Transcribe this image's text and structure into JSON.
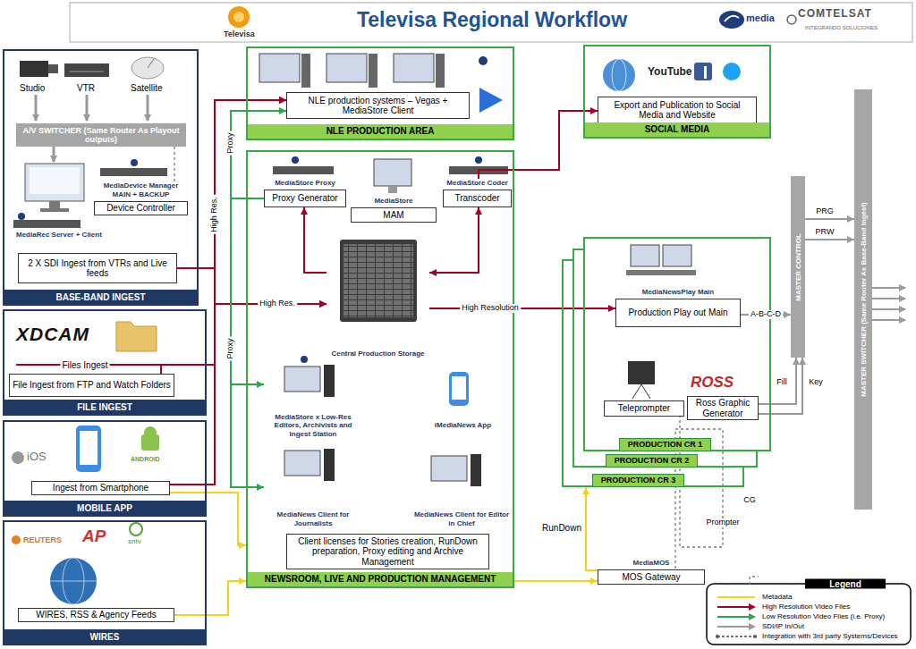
{
  "diagram": {
    "title": "Televisa Regional Workflow",
    "nodes": [
      {
        "text": [
          "BASE-BAND INGEST"
        ]
      },
      {
        "text": [
          "A/V SWITCHER (Same Router As Playout outputs)"
        ],
        "in": 0
      },
      {
        "text": [
          "MediaDevice Manager MAIN + BACKUP",
          "Device Controller"
        ],
        "in": 0
      },
      {
        "text": [
          "2 X SDI Ingest from VTRs and Live feeds"
        ],
        "in": 0
      },
      {
        "text": [
          "FILE INGEST"
        ]
      },
      {
        "text": [
          "File Ingest from FTP and Watch Folders"
        ],
        "in": 4
      },
      {
        "text": [
          "MOBILE APP"
        ]
      },
      {
        "text": [
          "Ingest from Smartphone"
        ],
        "in": 6
      },
      {
        "text": [
          "WIRES"
        ]
      },
      {
        "text": [
          "WIRES, RSS & Agency Feeds"
        ],
        "in": 8
      },
      {
        "text": [
          "NLE PRODUCTION AREA"
        ]
      },
      {
        "text": [
          "NLE production systems – Vegas + MediaStore Client"
        ],
        "in": 10
      },
      {
        "text": [
          "NEWSROOM, LIVE AND PRODUCTION MANAGEMENT"
        ]
      },
      {
        "text": [
          "MediaStore Proxy",
          "Proxy Generator"
        ],
        "in": 12
      },
      {
        "text": [
          "MediaStore",
          "MAM"
        ],
        "in": 12
      },
      {
        "text": [
          "MediaStore Coder",
          "Transcoder"
        ],
        "in": 12
      },
      {
        "text": [
          "Central Production Storage"
        ],
        "in": 12
      },
      {
        "text": [
          "MediaStore x Low-Res Editors, Archivists and Ingest Station"
        ],
        "in": 12
      },
      {
        "text": [
          "iMediaNews App"
        ],
        "in": 12
      },
      {
        "text": [
          "MediaNews Client for Journalists"
        ],
        "in": 12
      },
      {
        "text": [
          "MediaNews Client for Editor in Chief"
        ],
        "in": 12
      },
      {
        "text": [
          "Client licenses for Stories creation, RunDown preparation, Proxy editing and Archive Management"
        ],
        "in": 12
      },
      {
        "text": [
          "SOCIAL MEDIA"
        ]
      },
      {
        "text": [
          "Export and Publication to Social Media and Website"
        ],
        "in": 22
      },
      {
        "text": [
          "PRODUCTION CR 1"
        ]
      },
      {
        "text": [
          "MediaNewsPlay Main",
          "Production Play out Main"
        ],
        "in": 24
      },
      {
        "text": [
          "Teleprompter"
        ],
        "in": 24
      },
      {
        "text": [
          "Ross Graphic Generator"
        ],
        "in": 24
      },
      {
        "text": [
          "PRODUCTION CR 2"
        ]
      },
      {
        "text": [
          "PRODUCTION CR 3"
        ]
      },
      {
        "text": [
          "MediaMOS",
          "MOS Gateway"
        ]
      },
      {
        "text": [
          "MASTER CONTROL"
        ]
      },
      {
        "text": [
          "MASTER SWITCHER (Same Router As Base-Band Ingest)"
        ]
      }
    ],
    "edges": [
      {
        "from": 1,
        "to": 2,
        "arrow": "none"
      },
      {
        "from": 3,
        "to": 11,
        "arrow": "to"
      },
      {
        "from": 3,
        "to": 16,
        "arrow": "to",
        "label": "High Res."
      },
      {
        "from": 5,
        "to": 11,
        "arrow": "to"
      },
      {
        "from": 5,
        "to": 16,
        "arrow": "to"
      },
      {
        "from": 7,
        "to": 11,
        "arrow": "to"
      },
      {
        "from": 7,
        "to": 16,
        "arrow": "to"
      },
      {
        "from": 13,
        "to": 11,
        "arrow": "to"
      },
      {
        "from": 13,
        "to": 17,
        "arrow": "to"
      },
      {
        "from": 13,
        "to": 19,
        "arrow": "to"
      },
      {
        "from": 7,
        "to": 12,
        "arrow": "to"
      },
      {
        "from": 9,
        "to": 12,
        "arrow": "to"
      },
      {
        "from": 12,
        "to": 30,
        "arrow": "to"
      },
      {
        "from": 30,
        "to": 29,
        "arrow": "to",
        "label": "RunDown"
      },
      {
        "from": 30,
        "to": 26,
        "arrow": "none",
        "label": "Prompter"
      },
      {
        "from": 30,
        "to": 27,
        "arrow": "none",
        "label": "CG"
      },
      {
        "from": 16,
        "to": 13,
        "arrow": "to"
      },
      {
        "from": 16,
        "to": 15,
        "arrow": "both"
      },
      {
        "from": 15,
        "to": 23,
        "arrow": "to"
      },
      {
        "from": 16,
        "to": 25,
        "arrow": "to",
        "label": "High Resolution"
      },
      {
        "from": 25,
        "to": 31,
        "arrow": "to",
        "label": "A-B-C-D"
      },
      {
        "from": 27,
        "to": 31,
        "arrow": "to",
        "label": "Fill"
      },
      {
        "from": 27,
        "to": 31,
        "arrow": "to",
        "label": "Key"
      },
      {
        "from": 31,
        "to": 32,
        "arrow": "to",
        "label": "PRG"
      },
      {
        "from": 31,
        "to": 32,
        "arrow": "to",
        "label": "PRW"
      }
    ],
    "labels": [
      "Televisa",
      "COMTELSAT",
      "INTEGRANDO SOLUCIONES",
      "media",
      "Studio",
      "VTR",
      "Satellite",
      "MediaRec Server + Client",
      "XDCAM",
      "Files Ingest",
      "iOS",
      "ANDROID",
      "REUTERS",
      "AP",
      "sntv",
      "High Res.",
      "Proxy",
      "Proxy",
      "YouTube",
      "ROSS",
      "Legend"
    ],
    "legend": [
      {
        "text": "Metadata"
      },
      {
        "text": "High Resolution Video Files"
      },
      {
        "text": "Low Resolution Video Files (i.e. Proxy)"
      },
      {
        "text": "SDI/IP In/Out"
      },
      {
        "text": "Integration with 3rd party Systems/Devices"
      }
    ]
  }
}
